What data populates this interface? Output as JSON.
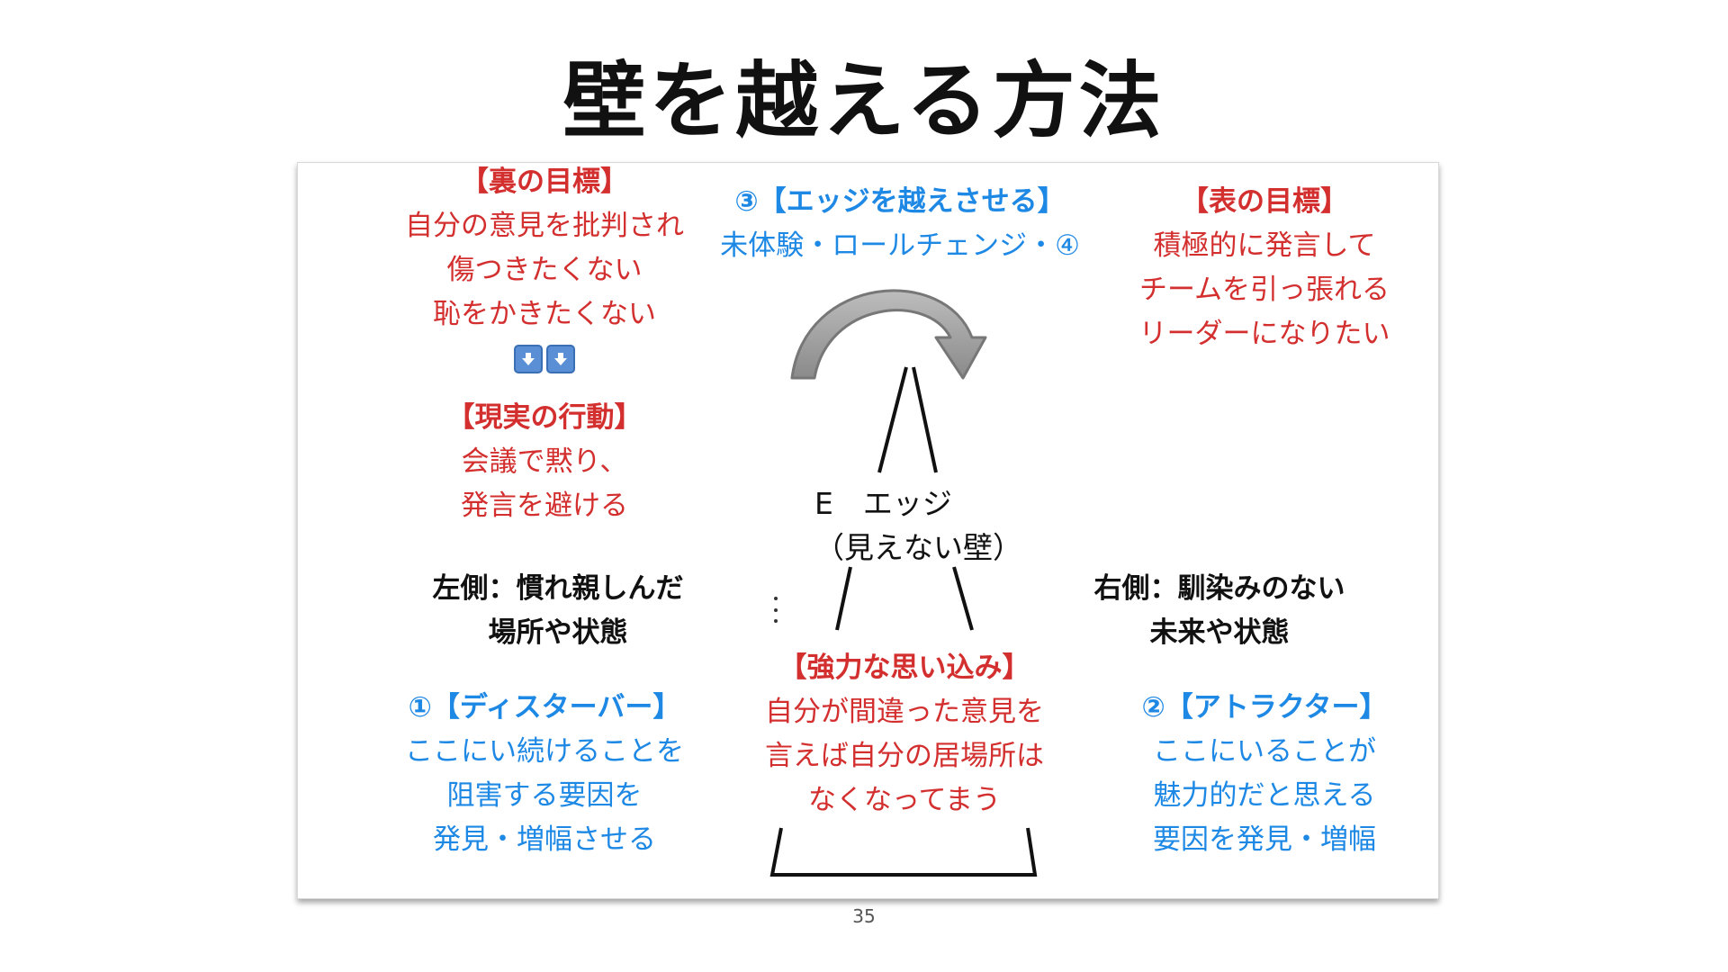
{
  "slide": {
    "title": "壁を越える方法",
    "page_number": "35"
  },
  "hidden_goal": {
    "heading": "【裏の目標】",
    "lines": [
      "自分の意見を批判され",
      "傷つきたくない",
      "恥をかきたくない"
    ]
  },
  "arrows_emoji": [
    "down-arrow-icon",
    "down-arrow-icon"
  ],
  "actual_behavior": {
    "heading": "【現実の行動】",
    "lines": [
      "会議で黙り、",
      "発言を避ける"
    ]
  },
  "cross_edge": {
    "heading": "③【エッジを越えさせる】",
    "line": "未体験・ロールチェンジ・④"
  },
  "surface_goal": {
    "heading": "【表の目標】",
    "lines": [
      "積極的に発言して",
      "チームを引っ張れる",
      "リーダーになりたい"
    ]
  },
  "edge": {
    "label": "E　エッジ",
    "sublabel": "（見えない壁）"
  },
  "left_side": {
    "lines": [
      "左側：慣れ親しんだ",
      "場所や状態"
    ]
  },
  "right_side": {
    "lines": [
      "右側：馴染みのない",
      "未来や状態"
    ]
  },
  "strong_belief": {
    "heading": "【強力な思い込み】",
    "lines": [
      "自分が間違った意見を",
      "言えば自分の居場所は",
      "なくなってまう"
    ]
  },
  "disturber": {
    "heading": "①【ディスターバー】",
    "lines": [
      "ここにい続けることを",
      "阻害する要因を",
      "発見・増幅させる"
    ]
  },
  "attractor": {
    "heading": "②【アトラクター】",
    "lines": [
      "ここにいることが",
      "魅力的だと思える",
      "要因を発見・増幅"
    ]
  },
  "colors": {
    "red": "#d32f2f",
    "blue": "#1e88e5",
    "arrow_fill": "#9e9e9e",
    "icon_blue": "#5a8fd6"
  }
}
